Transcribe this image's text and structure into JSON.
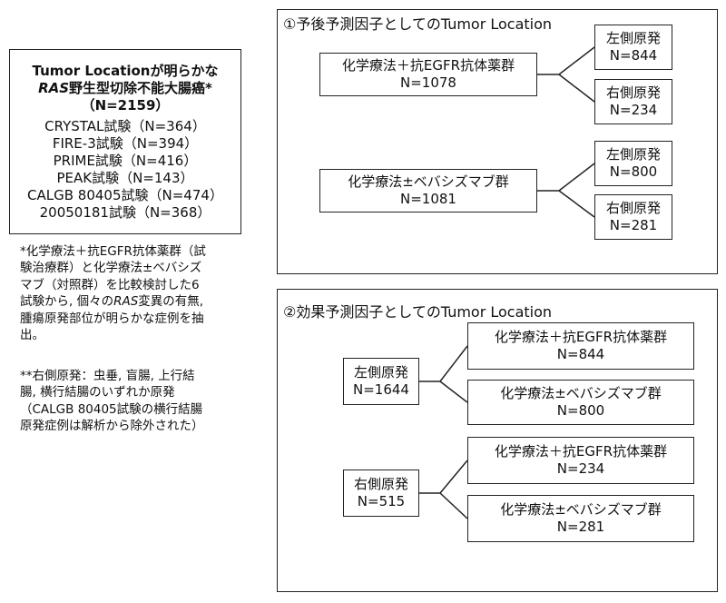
{
  "summary_box": {
    "title_line1": "Tumor Locationが明らかな",
    "title_line2_italic": "RAS",
    "title_line2_rest": "野生型切除不能大腸癌*",
    "title_line3": "（N=2159）",
    "trials": [
      "CRYSTAL試験（N=364）",
      "FIRE-3試験（N=394）",
      "PRIME試験（N=416）",
      "PEAK試験（N=143）",
      "CALGB 80405試験（N=474）",
      "20050181試験（N=368）"
    ]
  },
  "footnote1": {
    "line1": "*化学療法＋抗EGFR抗体薬群（試",
    "line2": "験治療群）と化学療法±ベバシズ",
    "line3": "マブ（対照群）を比較検討した6",
    "line4_pre": "試験から, 個々の",
    "line4_italic": "RAS",
    "line4_post": "変異の有無,",
    "line5": "腫瘍原発部位が明らかな症例を抽",
    "line6": "出。"
  },
  "footnote2": {
    "line1": "**右側原発：虫垂, 盲腸, 上行結",
    "line2": "腸, 横行結腸のいずれか原発",
    "line3": "（CALGB 80405試験の横行結腸",
    "line4": "原発症例は解析から除外された）"
  },
  "panel1": {
    "title": "①予後予測因子としてのTumor Location",
    "groups": [
      {
        "label": "化学療法＋抗EGFR抗体薬群",
        "n": "N=1078",
        "children": [
          {
            "label": "左側原発",
            "n": "N=844"
          },
          {
            "label": "右側原発",
            "n": "N=234"
          }
        ]
      },
      {
        "label": "化学療法±ベバシズマブ群",
        "n": "N=1081",
        "children": [
          {
            "label": "左側原発",
            "n": "N=800"
          },
          {
            "label": "右側原発",
            "n": "N=281"
          }
        ]
      }
    ]
  },
  "panel2": {
    "title": "②効果予測因子としてのTumor Location",
    "groups": [
      {
        "label": "左側原発",
        "n": "N=1644",
        "children": [
          {
            "label": "化学療法＋抗EGFR抗体薬群",
            "n": "N=844"
          },
          {
            "label": "化学療法±ベバシズマブ群",
            "n": "N=800"
          }
        ]
      },
      {
        "label": "右側原発",
        "n": "N=515",
        "children": [
          {
            "label": "化学療法＋抗EGFR抗体薬群",
            "n": "N=234"
          },
          {
            "label": "化学療法±ベバシズマブ群",
            "n": "N=281"
          }
        ]
      }
    ]
  }
}
